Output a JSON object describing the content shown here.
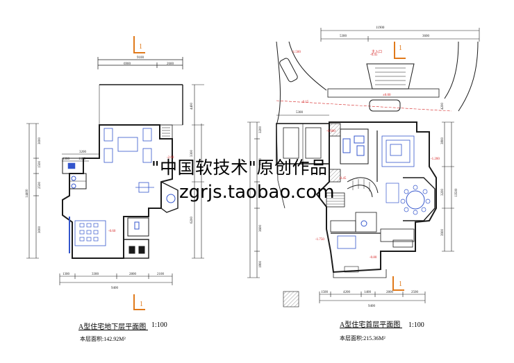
{
  "watermark": {
    "line1": "\"中国软技术\"原创作品",
    "line2": "zgrjs.taobao.com"
  },
  "left_plan": {
    "title": "A型住宅地下层平面图",
    "scale": "1:100",
    "area": "本层面积:142.92M²",
    "section_marker": "1",
    "total_dim_top": "9100",
    "dims_top": [
      "6900",
      "2600"
    ],
    "dims_bottom": [
      "1300",
      "3300",
      "2800",
      "2100"
    ],
    "total_dim_bottom": "9400",
    "dims_left": [
      "3000",
      "1500",
      "2500",
      "3000"
    ],
    "total_dim_left": "14400",
    "dims_right": [
      "4400",
      "3300",
      "6200"
    ],
    "inner_dims": [
      "3200",
      "1300",
      "1600"
    ],
    "level": "-0.60",
    "level2": "-2.60"
  },
  "right_plan": {
    "title": "A型住宅首层平面图",
    "scale": "1:100",
    "area": "本层面积:215.36M²",
    "section_marker": "1",
    "total_dim_top": "11900",
    "dims_top": [
      "5300",
      "3600"
    ],
    "dims_bottom": [
      "1500",
      "4200",
      "1400",
      "2800",
      "2500"
    ],
    "total_dim_bottom": "9400",
    "dims_left": [
      "3200",
      "6100",
      "3000",
      "3600",
      "1800"
    ],
    "dims_right": [
      "3800",
      "3200",
      "3900",
      "4200"
    ],
    "total_dim_right": "13500",
    "side_dim": "3000",
    "garage_dim": "5300",
    "entry_label": "主入口",
    "levels": [
      "-1.500",
      "-0.45",
      "±0.00",
      "-0.15",
      "-1.200",
      "-0.600",
      "-1.750",
      "-0.45",
      "-0.80"
    ]
  },
  "colors": {
    "line": "#1a1a1a",
    "level_red": "#d42020",
    "marker_orange": "#e0791a",
    "furniture_blue": "#3355cc",
    "dim_line": "#222222"
  }
}
